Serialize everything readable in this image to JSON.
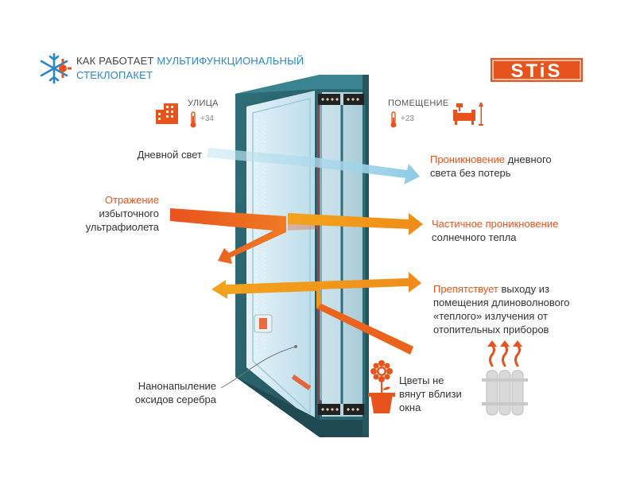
{
  "header": {
    "title_line1_plain": "КАК РАБОТАЕТ",
    "title_line1_accent": "МУЛЬТИФУНКЦИОНАЛЬНЫЙ",
    "title_line2_accent": "СТЕКЛОПАКЕТ"
  },
  "logo": {
    "text": "STiS"
  },
  "outside": {
    "label": "УЛИЦА",
    "temp": "+34"
  },
  "inside": {
    "label": "ПОМЕЩЕНИЕ",
    "temp": "+23"
  },
  "left_labels": {
    "daylight": "Дневной свет",
    "reflection_accent": "Отражение",
    "reflection_line2": "избыточного",
    "reflection_line3": "ультрафиолета",
    "coating_line1": "Нанонапыление",
    "coating_line2": "оксидов серебра"
  },
  "right_labels": {
    "penetration_accent": "Проникновение",
    "penetration_rest": "дневного",
    "penetration_line2": "света без потерь",
    "partial_accent": "Частичное проникновение",
    "partial_line2": "солнечного тепла",
    "prevent_accent": "Препятствует",
    "prevent_rest": "выходу из",
    "prevent_line2": "помещения длиноволнового",
    "prevent_line3": "«теплого» излучения от",
    "prevent_line4": "отопительных приборов",
    "flowers_line1": "Цветы не",
    "flowers_line2": "вянут вблизи",
    "flowers_line3": "окна"
  },
  "colors": {
    "accent_orange": "#e8531d",
    "accent_blue": "#2a86c8",
    "frame_teal": "#2f6f7a",
    "glass_blue": "#cfe8f3",
    "light_beam": "#9fd3e8"
  }
}
